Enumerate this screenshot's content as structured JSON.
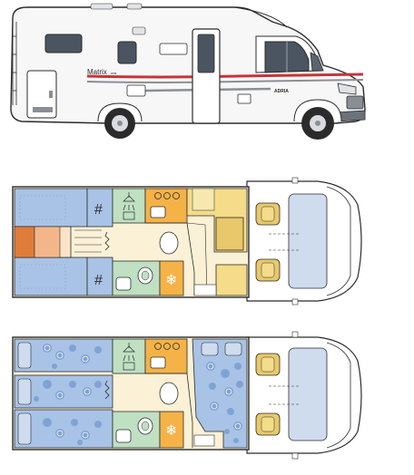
{
  "exterior": {
    "model_badge": "Matrix",
    "model_badge_suffix": "axis",
    "brand_badge": "ADRIA"
  },
  "colors": {
    "outline": "#2b2b2b",
    "cab_body": "#f7f7f7",
    "stripe_red": "#c7343a",
    "stripe_grey": "#8a8f96",
    "glass": "#4a5561",
    "bed_blue": "#a9c3e6",
    "bed_blue_dark": "#7fa3d4",
    "cushion_yellow": "#f4dc8a",
    "seat_yellow": "#e8c86a",
    "floor_cream": "#fbf1d6",
    "galley_orange": "#f5b247",
    "wardrobe_green": "#bfe0c2",
    "orange_cushion": "#e07c3a",
    "cab_floor_grey": "#eef0f2"
  },
  "icons": {
    "shower": "shower-icon",
    "toilet": "toilet-icon",
    "fridge": "snowflake-icon",
    "sink": "sink-icon",
    "hob": "hob-icon",
    "ladder": "ladder-icon"
  }
}
